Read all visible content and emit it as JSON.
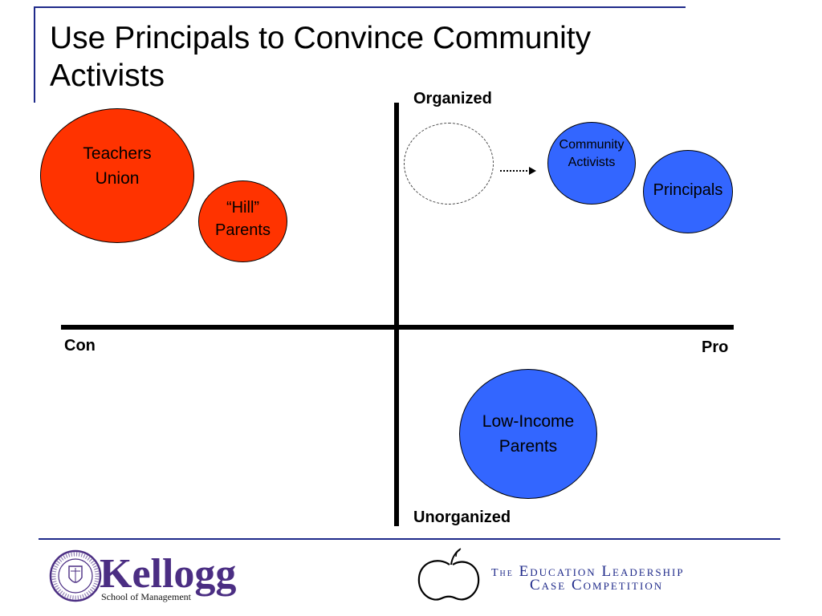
{
  "slide": {
    "title": "Use Principals to Convince Community Activists"
  },
  "axes": {
    "top": "Organized",
    "bottom": "Unorganized",
    "left": "Con",
    "right": "Pro"
  },
  "stakeholders": [
    {
      "id": "teachers-union",
      "lines": [
        "Teachers",
        "Union"
      ],
      "stance": "Con",
      "organization": "Organized",
      "color": "#ff3300"
    },
    {
      "id": "hill-parents",
      "lines": [
        "“Hill”",
        "Parents"
      ],
      "stance": "Con",
      "organization": "Organized",
      "color": "#ff3300"
    },
    {
      "id": "community-activists",
      "lines": [
        "Community",
        "Activists"
      ],
      "stance": "Pro",
      "organization": "Organized",
      "color": "#3366ff"
    },
    {
      "id": "principals",
      "lines": [
        "Principals"
      ],
      "stance": "Pro",
      "organization": "Organized",
      "color": "#3366ff"
    },
    {
      "id": "low-income-parents",
      "lines": [
        "Low-Income",
        "Parents"
      ],
      "stance": "Pro",
      "organization": "Unorganized",
      "color": "#3366ff"
    }
  ],
  "footer": {
    "kellogg_name": "Kellogg",
    "kellogg_subtitle": "School of Management",
    "seal_text": "NORTHWESTERN UNIVERSITY 1851",
    "competition_the": "The",
    "competition_line1": "Education Leadership",
    "competition_line2": "Case Competition"
  },
  "colors": {
    "con": "#ff3300",
    "pro": "#3366ff",
    "accent": "#1f2a8a"
  }
}
